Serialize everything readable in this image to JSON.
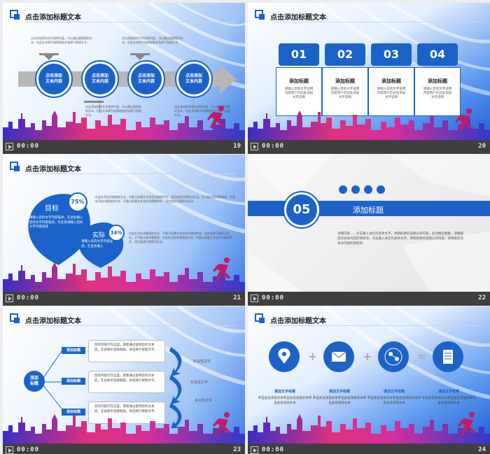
{
  "footer": {
    "time": "00:00"
  },
  "slides": [
    {
      "number": "19",
      "title": "点击添加标题文本",
      "circles": [
        "点击添加\n文本内容",
        "点击添加\n文本内容",
        "点击添加\n文本内容",
        "点击添加\n文本内容"
      ],
      "notes_top": [
        "点击添加您的文字说明内容，可以通过复制您的文本，在此文本框中选择粘贴并选择只保留文字。",
        "点击添加您的文字说明内容，可以通过复制您的文本，在此文本框中选择粘贴并选择只保留文字。"
      ],
      "notes_bottom": [
        "点击添加您的文字说明内容，可以通过复制您的文本，在此文本框中选择粘贴并选择只保留文字。",
        "点击添加您的文字说明内容，可以通过复制您的文本，在此文本框中选择粘贴并选择只保留文字。"
      ]
    },
    {
      "number": "20",
      "title": "点击添加标题文本",
      "cards": [
        {
          "num": "01",
          "title": "添加标题",
          "desc": "请输入您的文字说明内容用户在此处添加文字说明"
        },
        {
          "num": "02",
          "title": "添加标题",
          "desc": "请输入您的文字说明内容用户在此处添加文字说明"
        },
        {
          "num": "03",
          "title": "添加标题",
          "desc": "请输入您的文字说明内容用户在此处添加文字说明"
        },
        {
          "num": "04",
          "title": "添加标题",
          "desc": "请输入您的文字说明内容用户在此处添加文字说明"
        }
      ]
    },
    {
      "number": "21",
      "title": "点击添加标题文本",
      "drop1": {
        "label": "目标",
        "pct": "75%",
        "text": "请输入您的文字内容描述，在此处输入您的文字内容描述，在此处请输入您的文字内容描述"
      },
      "drop2": {
        "label": "实际",
        "pct": "34%",
        "text": "请输入您的文字内容描述，在此处输入"
      },
      "paras": [
        "在此处添加详细描述文本，尽量与标题文本语言风格相符合，语言描述尽量简洁生动。尽可能全面详细描述。在此处添加详细描述文本，尽量与标题文本语言风格相符合，语言描述尽量简洁生动。",
        "在此处添加详细描述文本，尽量与标题文本语言风格相符合，语言描述尽量简洁生动。尽可能全面详细描述。在此处添加详细描述文本，尽量与标题文本语言风格相符合，语言描述尽量简洁生动。"
      ]
    },
    {
      "number": "22",
      "section_num": "05",
      "section_title": "添加标题",
      "desc": "详细内容……点击输入本栏的具体文字，简明扼要的说明分项内容，此为概念图解，请根据您的具体内容酌情修改。点击输入本栏的具体文字，简明扼要的说明分项内容，请根据您的具体内容酌情修改。"
    },
    {
      "number": "23",
      "title": "点击添加标题文本",
      "root": "添加\n标题",
      "labels": [
        "添加标题",
        "添加标题",
        "添加标题"
      ],
      "texts": [
        "您的内容打在这里，或者通过复制您的文本后，在此框中选择粘贴，并选择只保留文字。",
        "您的内容打在这里，或者通过复制您的文本后，在此框中选择粘贴，并选择只保留文字。",
        "您的内容打在这里，或者通过复制您的文本后，在此框中选择粘贴，并选择只保留文字。"
      ],
      "right_labels": [
        "补充性文字",
        "补充性文字",
        "补充性文字"
      ]
    },
    {
      "number": "24",
      "title": "点击添加标题文本",
      "items": [
        {
          "title": "填加文字标题",
          "desc": "单击此处添加文本单击此处添加文本单击此处添加文本",
          "icon": "location-icon"
        },
        {
          "title": "填加文字标题",
          "desc": "单击此处添加文本单击此处添加文本单击此处添加文本",
          "icon": "mail-icon"
        },
        {
          "title": "填加文字标题",
          "desc": "单击此处添加文本单击此处添加文本单击此处添加文本",
          "icon": "network-icon"
        },
        {
          "title": "填加文字标题",
          "desc": "单击此处添加文本单击此处添加文本单击此处添加文本",
          "icon": "scroll-icon"
        }
      ]
    }
  ]
}
